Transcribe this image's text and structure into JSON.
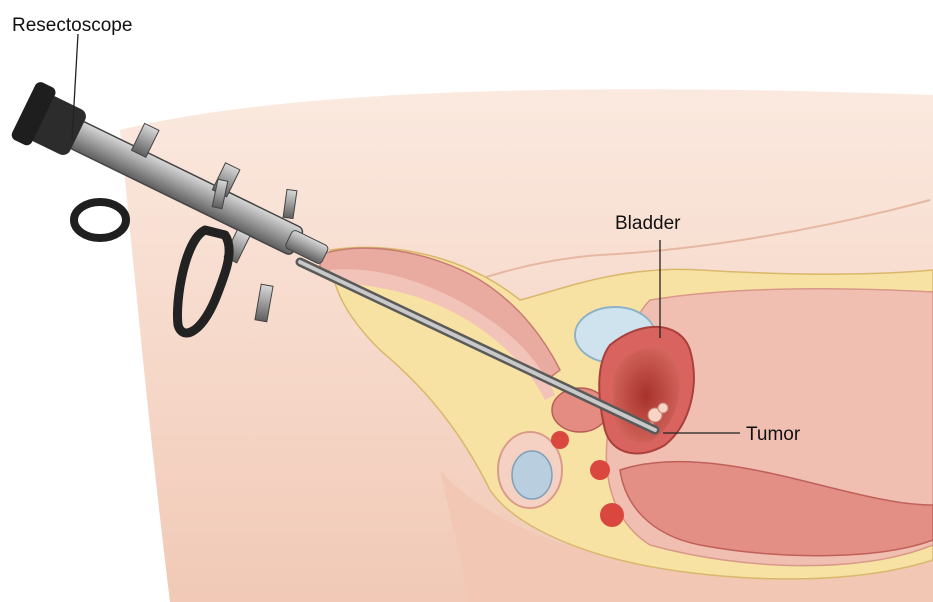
{
  "labels": {
    "resectoscope": "Resectoscope",
    "bladder": "Bladder",
    "tumor": "Tumor"
  },
  "colors": {
    "skin": "#f6d8c8",
    "skin_shadow": "#ebbfa9",
    "fat": "#f7e2a4",
    "muscle": "#e9aaa0",
    "bladder_wall": "#d9645f",
    "bladder_lumen": "#c0453f",
    "bone": "#e9e2d8",
    "metal": "#9a9a9a",
    "handle": "#2a2a2a"
  },
  "icons": [
    "resectoscope-instrument"
  ]
}
